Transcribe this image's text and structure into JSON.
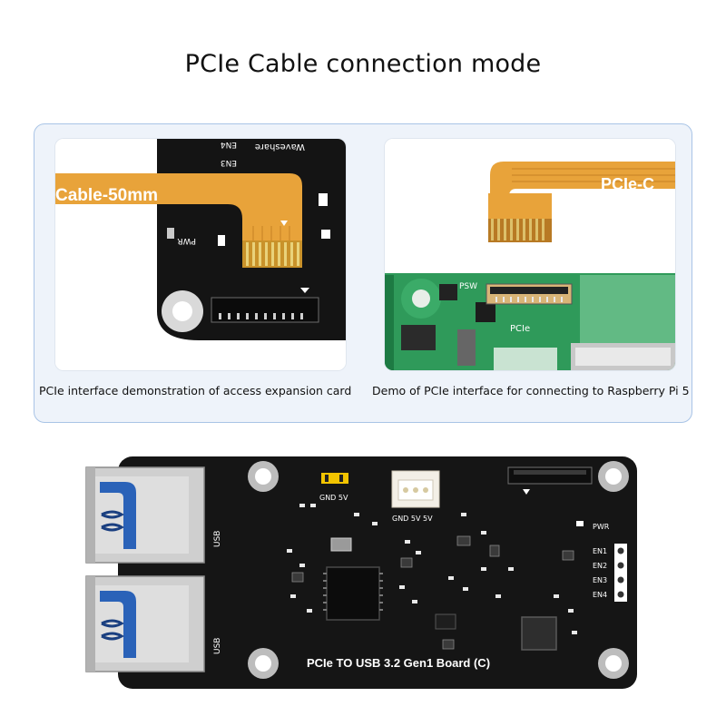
{
  "header": {
    "title": "PCIe Cable connection mode"
  },
  "left_photo": {
    "caption": "PCIe interface demonstration of access expansion card",
    "cable_label": "Cable-50mm",
    "silkscreen": {
      "brand": "Waveshare",
      "en4": "EN4",
      "en3": "EN3",
      "pwr": "PWR"
    }
  },
  "right_photo": {
    "caption": "Demo of PCIe interface for connecting to Raspberry Pi 5",
    "cable_label": "PCIe-C",
    "silkscreen": {
      "psw": "PSW",
      "pcie": "PCIe"
    }
  },
  "board": {
    "name": "PCIe TO USB 3.2 Gen1 Board (C)",
    "jumper_label": "GND 5V",
    "header_label": "GND 5V 5V",
    "usb_label_top": "USB",
    "usb_label_bottom": "USB",
    "pwr_label": "PWR",
    "en_labels": [
      "EN1",
      "EN2",
      "EN3",
      "EN4"
    ],
    "colors": {
      "pcb": "#151515",
      "cable": "#e8a33a",
      "usb_plastic": "#2a62b8",
      "silk": "#ffffff"
    }
  }
}
